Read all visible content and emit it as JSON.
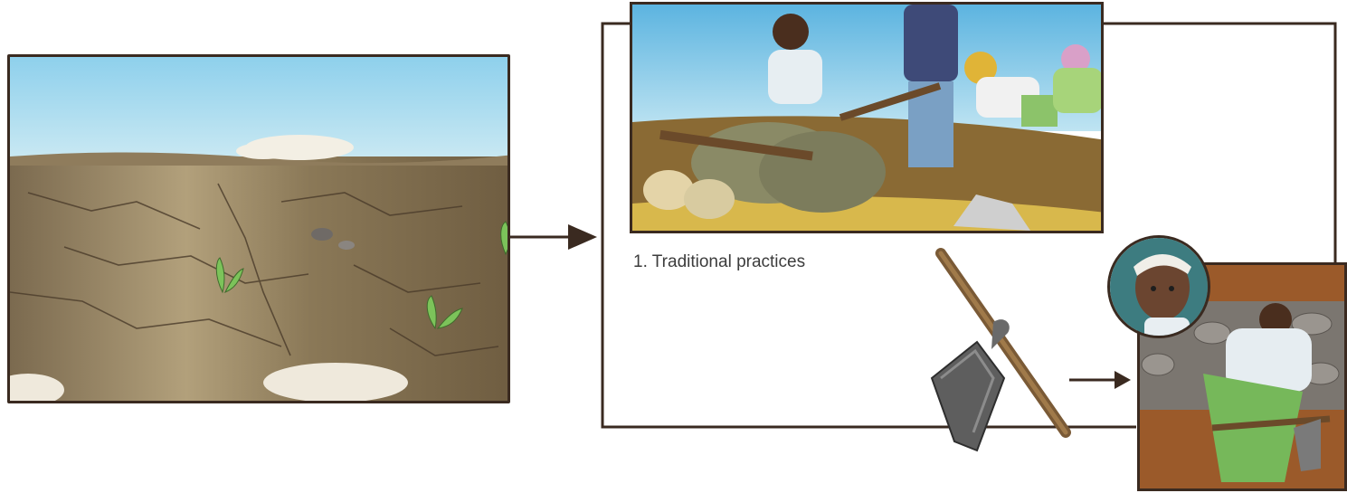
{
  "caption": "1. Traditional practices",
  "illustrations": {
    "dry_land": "dry cracked land with sparse seedlings",
    "plough": "farmers ploughing with oxen",
    "hoe": "hoe-icon",
    "worker": "woman digging with hoe",
    "portrait": "worried woman portrait"
  },
  "colors": {
    "frame_line": "#3a2a20",
    "sky": "#a9dcef",
    "soil": "#8f7c5c",
    "arrow": "#3a2a20"
  }
}
